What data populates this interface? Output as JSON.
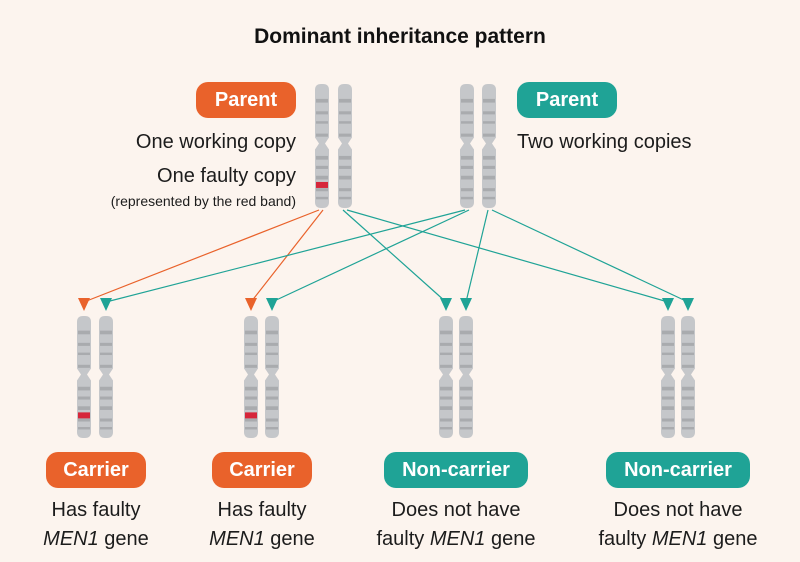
{
  "title": "Dominant inheritance pattern",
  "colors": {
    "carrier": "#e9622b",
    "non_carrier": "#1fa396",
    "faulty_band": "#d6263a",
    "chromosome": "#c5c7ca",
    "background": "#fcf4ee"
  },
  "parent_left": {
    "badge": "Parent",
    "line1": "One working copy",
    "line2": "One faulty copy",
    "note": "(represented by the red band)"
  },
  "parent_right": {
    "badge": "Parent",
    "line1": "Two working copies"
  },
  "children": [
    {
      "badge": "Carrier",
      "line1": "Has faulty",
      "line2_pre": "",
      "gene": "MEN1",
      "line2_post": " gene"
    },
    {
      "badge": "Carrier",
      "line1": "Has faulty",
      "line2_pre": "",
      "gene": "MEN1",
      "line2_post": " gene"
    },
    {
      "badge": "Non-carrier",
      "line1": "Does not have",
      "line2_pre": "faulty ",
      "gene": "MEN1",
      "line2_post": " gene"
    },
    {
      "badge": "Non-carrier",
      "line1": "Does not have",
      "line2_pre": "faulty ",
      "gene": "MEN1",
      "line2_post": " gene"
    }
  ]
}
